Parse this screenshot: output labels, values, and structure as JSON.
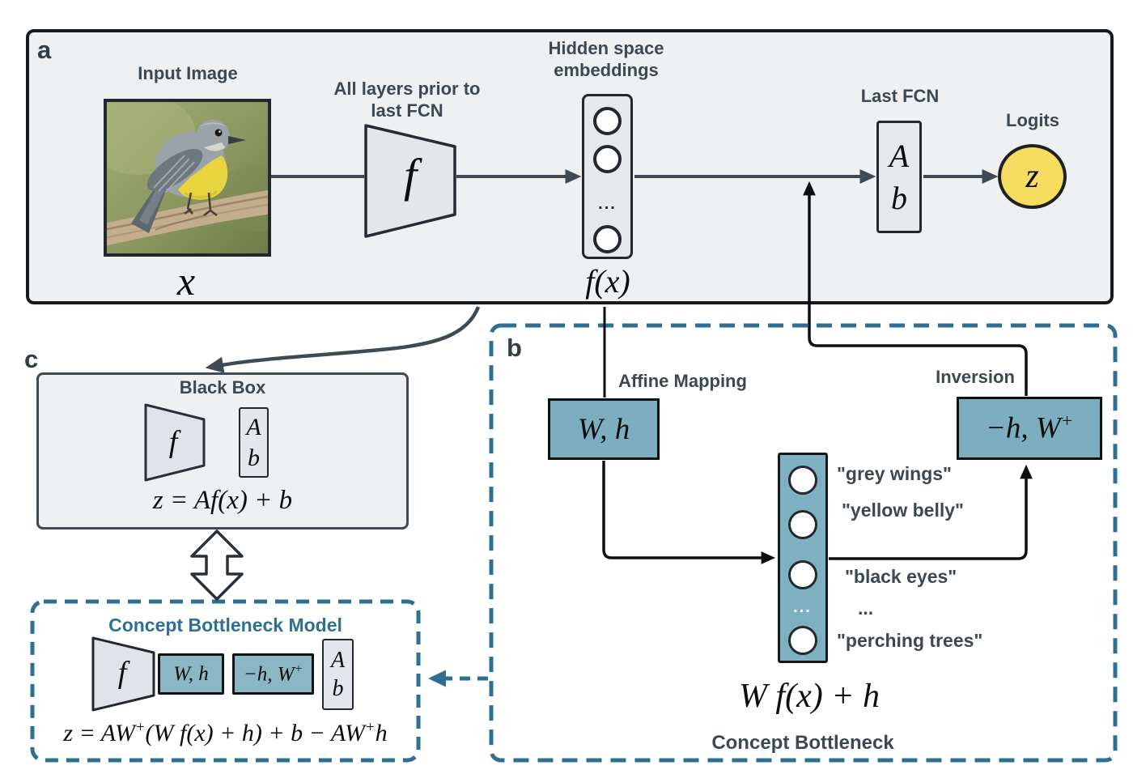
{
  "colors": {
    "panel_bg": "#eef0f2",
    "box_fill": "#e6e9ec",
    "teal_fill": "#7caebf",
    "teal_line": "#2f7092",
    "dark_line": "#3f4a55",
    "logits_fill": "#f6dc5f",
    "label_text": "#3d4852"
  },
  "panel_a": {
    "label": "a",
    "input_image_label": "Input Image",
    "input_image_caption": "x",
    "encoder_label_line1": "All layers prior to",
    "encoder_label_line2": "last FCN",
    "encoder_symbol": "f",
    "embeddings_label_line1": "Hidden space",
    "embeddings_label_line2": "embeddings",
    "embeddings_dots": "...",
    "embeddings_caption": "f(x)",
    "fcn_label": "Last FCN",
    "fcn_symbol_top": "A",
    "fcn_symbol_bottom": "b",
    "logits_label": "Logits",
    "logits_symbol": "z"
  },
  "panel_b": {
    "label": "b",
    "affine_label": "Affine Mapping",
    "affine_symbol": "W, h",
    "inversion_label": "Inversion",
    "inversion_symbol_base": "−h, W",
    "inversion_symbol_sup": "+",
    "concepts": [
      "\"grey wings\"",
      "\"yellow belly\"",
      "\"black eyes\"",
      "...",
      "\"perching trees\""
    ],
    "vector_dots": "...",
    "vector_caption": "W f(x) + h",
    "title": "Concept Bottleneck"
  },
  "panel_c": {
    "label": "c",
    "blackbox": {
      "title": "Black Box",
      "encoder_symbol": "f",
      "fcn_symbol_top": "A",
      "fcn_symbol_bottom": "b",
      "equation": "z = Af(x) + b"
    },
    "cbm": {
      "title": "Concept Bottleneck Model",
      "encoder_symbol": "f",
      "affine_symbol": "W, h",
      "inversion_symbol_base": "−h, W",
      "inversion_symbol_sup": "+",
      "fcn_symbol_top": "A",
      "fcn_symbol_bottom": "b",
      "eq_p1": "z = AW",
      "eq_sup1": "+",
      "eq_p2": "(W f(x) + h) + b − AW",
      "eq_sup2": "+",
      "eq_p3": "h"
    }
  }
}
